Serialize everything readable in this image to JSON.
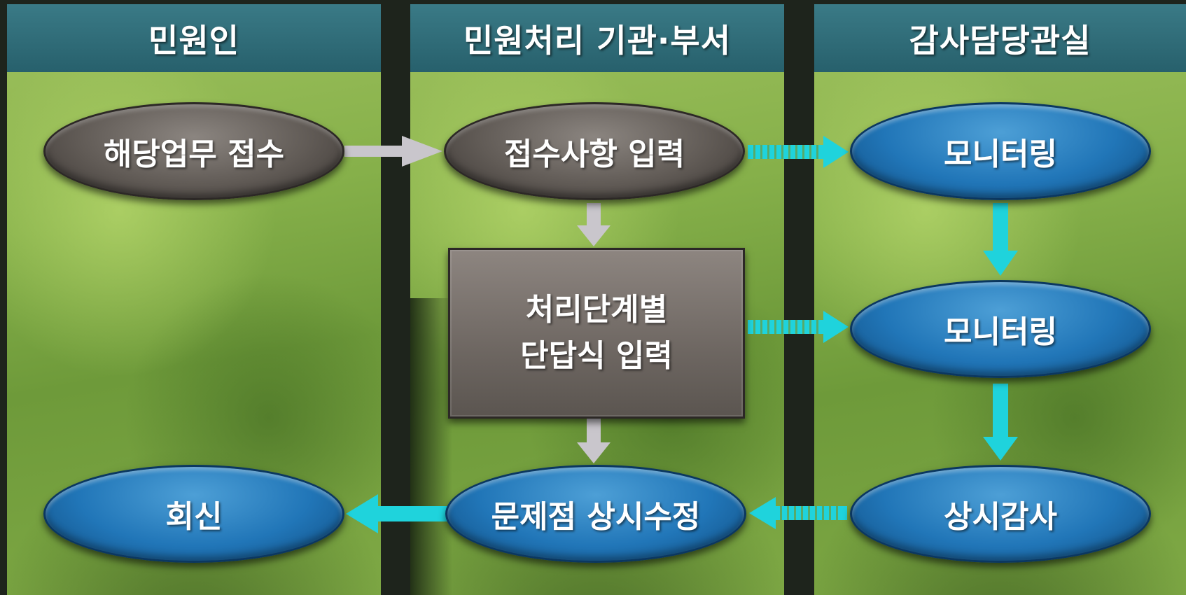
{
  "lanes": {
    "complainant": "민원인",
    "agency": "민원처리 기관·부서",
    "audit": "감사담당관실"
  },
  "nodes": {
    "receive_task": "해당업무 접수",
    "input_received": "접수사항 입력",
    "stage_input_line1": "처리단계별",
    "stage_input_line2": "단답식 입력",
    "fix_issue": "문제점 상시수정",
    "reply": "회신",
    "monitoring_1": "모니터링",
    "monitoring_2": "모니터링",
    "regular_audit": "상시감사"
  },
  "colors": {
    "header": "#2f6f7a",
    "gray_node": "#615b56",
    "blue_node": "#2176b8",
    "gray_arrow": "#c9c6cc",
    "cyan_arrow": "#1fd3dc"
  }
}
